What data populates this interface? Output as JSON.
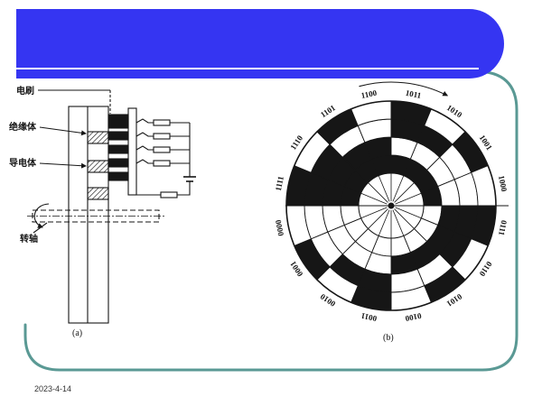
{
  "colors": {
    "header_bar": "#3535f2",
    "frame": "#5a9994",
    "ink": "#161616",
    "paper": "#ffffff",
    "date_text": "#333333"
  },
  "figure_a": {
    "labels": {
      "brush": "电刷",
      "insulator": "绝缘体",
      "conductor": "导电体",
      "shaft": "转轴"
    },
    "caption": "(a)"
  },
  "figure_b": {
    "caption": "(b)",
    "codes": [
      "0111",
      "0110",
      "0101",
      "0100",
      "0011",
      "0010",
      "0001",
      "0000",
      "1111",
      "1110",
      "1101",
      "1100",
      "1011",
      "1010",
      "1001",
      "1000"
    ]
  },
  "footer": {
    "date": "2023-4-14"
  }
}
